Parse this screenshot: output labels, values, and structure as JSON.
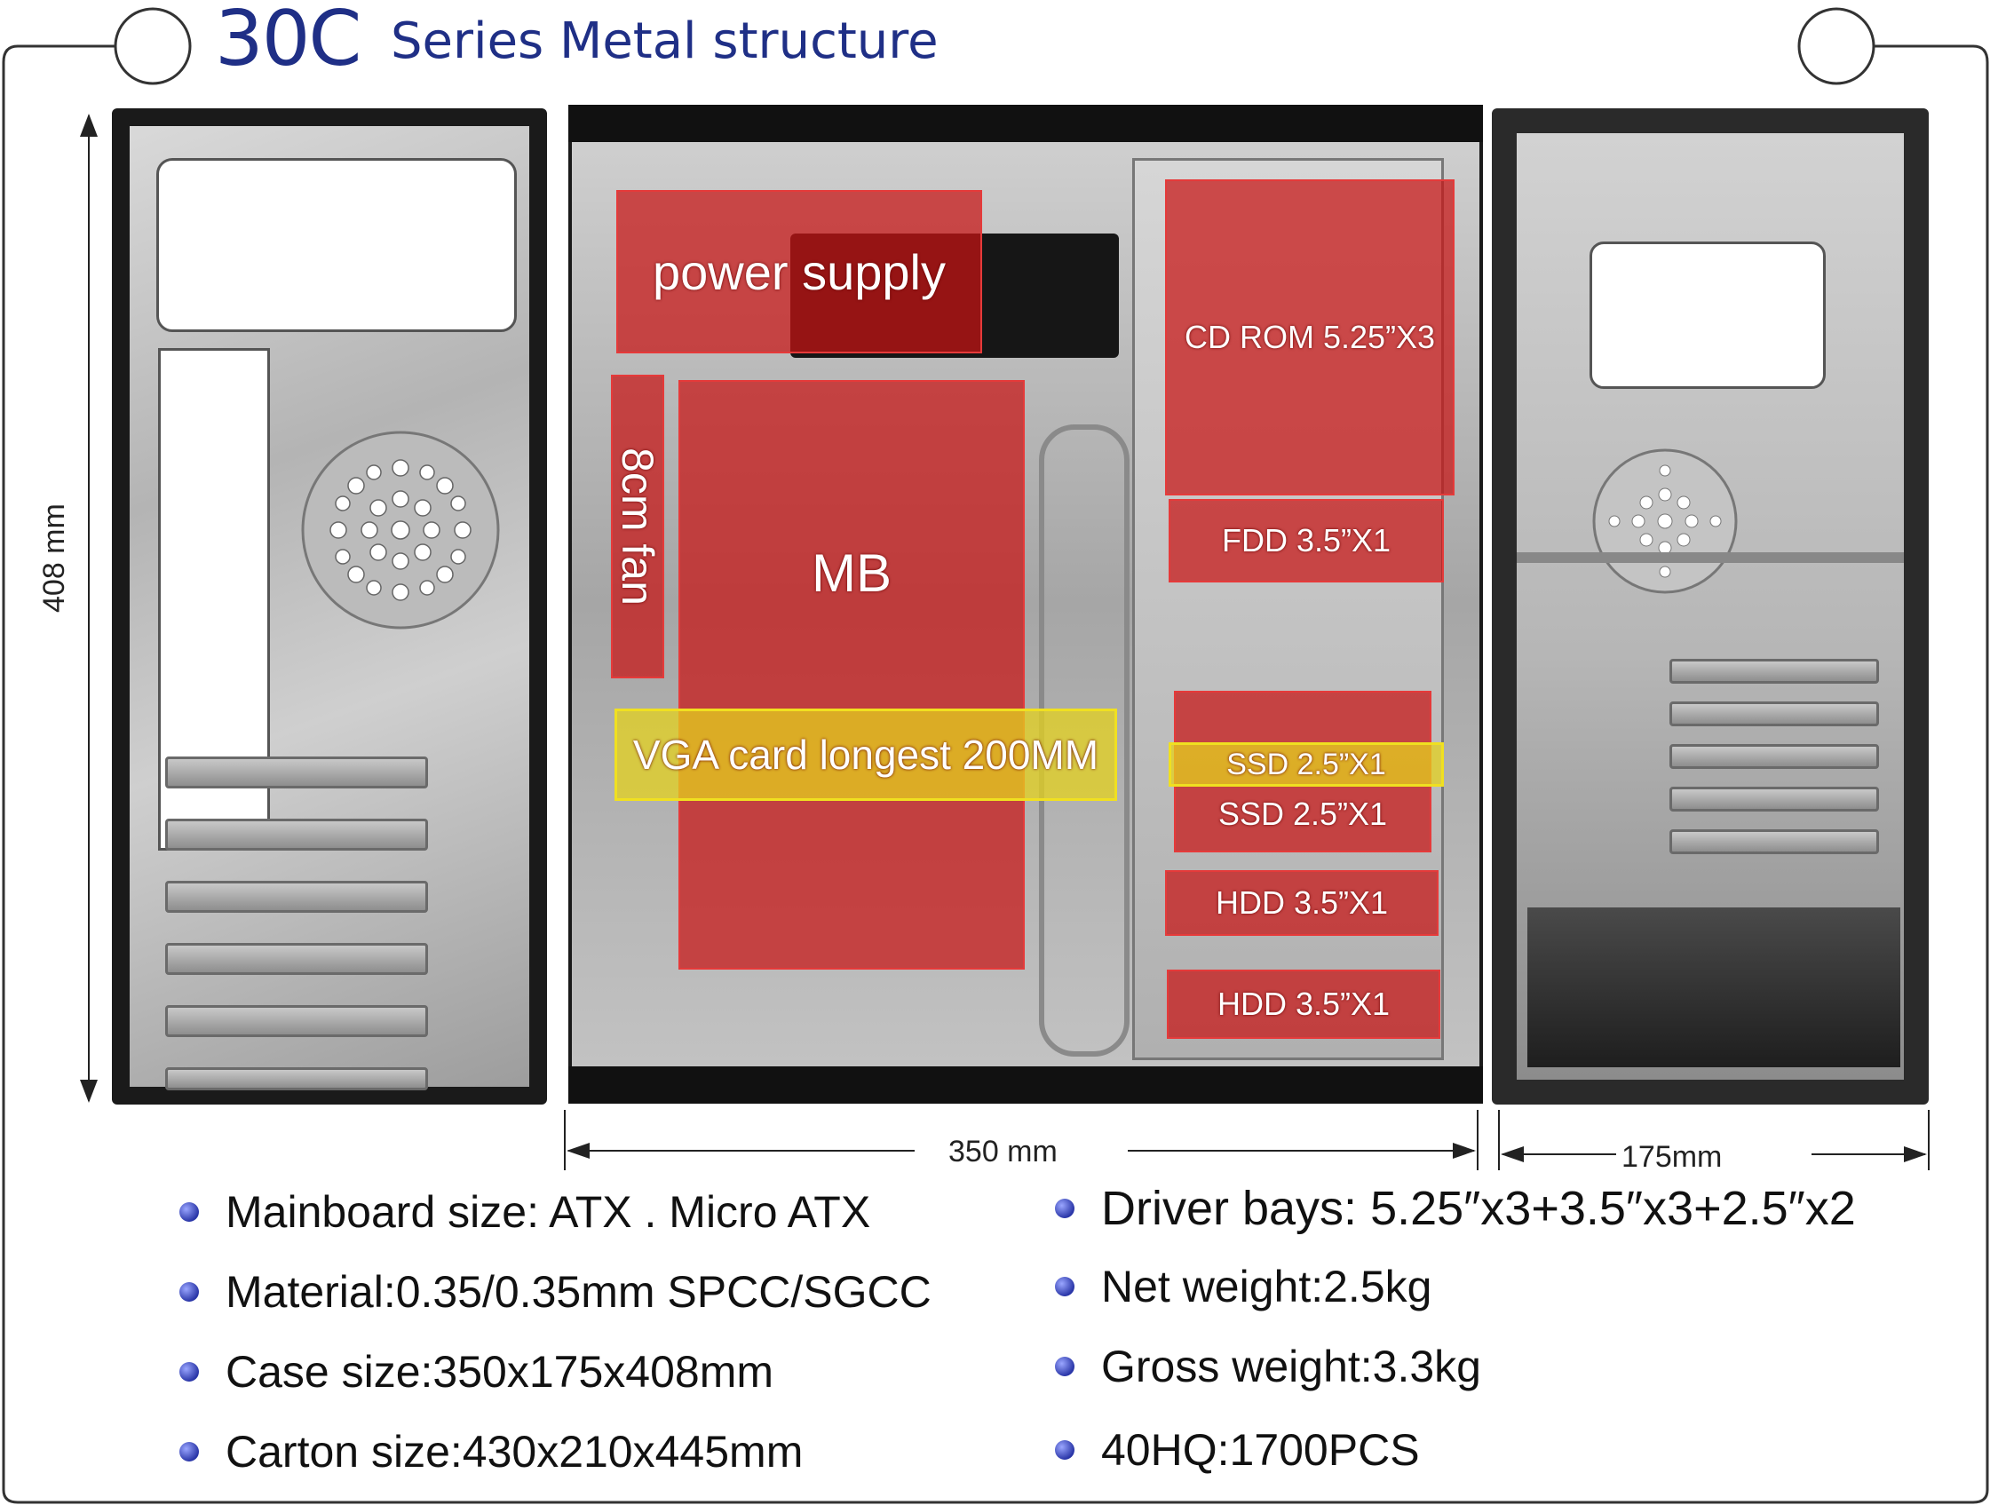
{
  "header": {
    "model": "30C",
    "subtitle": "Series Metal structure"
  },
  "dimensions": {
    "height": "408 mm",
    "length": "350 mm",
    "width": "175mm"
  },
  "labels": {
    "power_supply": "power supply",
    "fan": "8cm fan",
    "mb": "MB",
    "vga": "VGA card longest 200MM",
    "cdrom": "CD ROM 5.25”X3",
    "fdd": "FDD 3.5”X1",
    "ssd_1": "SSD 2.5”X1",
    "ssd_2": "SSD 2.5”X1",
    "hdd_1": "HDD 3.5”X1",
    "hdd_2": "HDD 3.5”X1"
  },
  "specs_left": [
    "Mainboard size: ATX . Micro ATX",
    "Material:0.35/0.35mm SPCC/SGCC",
    "Case size:350x175x408mm",
    "Carton size:430x210x445mm"
  ],
  "specs_right": [
    "Driver bays: 5.25″x3+3.5″x3+2.5″x2",
    "Net weight:2.5kg",
    "Gross weight:3.3kg",
    "40HQ:1700PCS"
  ],
  "colors": {
    "title": "#1f2f86",
    "overlay_red": "#c81414",
    "overlay_yellow": "#e4d21e"
  }
}
